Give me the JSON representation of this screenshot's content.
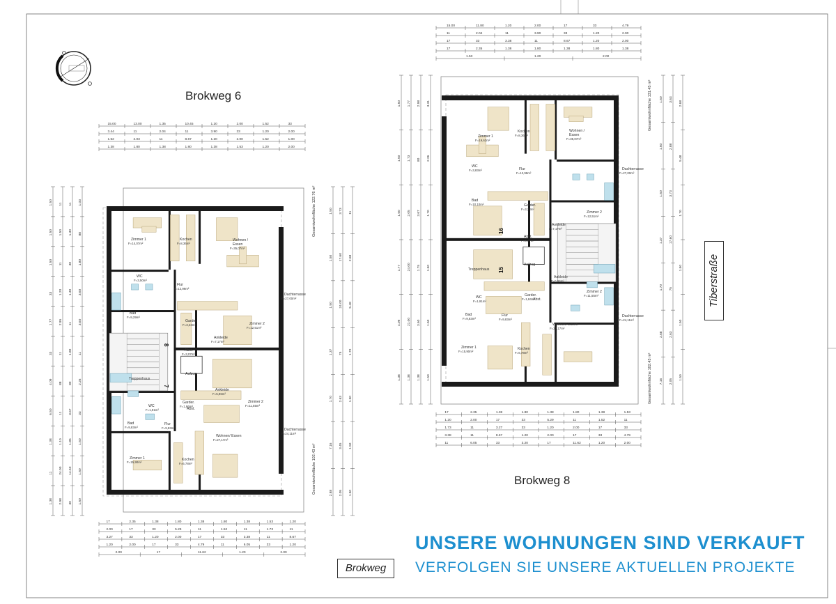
{
  "titles": {
    "b6": "Brokweg 6",
    "b8": "Brokweg 8"
  },
  "streets": {
    "brokweg": "Brokweg",
    "tiber": "Tiberstraße"
  },
  "headline": "UNSERE WOHNUNGEN SIND VERKAUFT",
  "subline": "VERFOLGEN SIE UNSERE AKTUELLEN PROJEKTE",
  "stair_numbers": {
    "b6_up": "8",
    "b6_down": "7",
    "b8_up": "16",
    "b8_down": "15"
  },
  "b6": {
    "dims_top": [
      "15.00",
      "13.00",
      "1.35",
      "10.45",
      "1.20",
      "2.00",
      "1.52",
      "33",
      "3.44",
      "11",
      "2.04",
      "11",
      "3.90",
      "33",
      "1.20",
      "2.00",
      "1.52",
      "2.03",
      "11",
      "8.67",
      "1.20",
      "2.00",
      "1.52",
      "1.00",
      "1.38",
      "1.80",
      "1.38",
      "1.80",
      "1.38",
      "1.53",
      "1.20",
      "2.00"
    ],
    "dims_bottom": [
      "17",
      "2.35",
      "1.38",
      "1.80",
      "1.38",
      "1.80",
      "1.38",
      "1.53",
      "1.20",
      "2.00",
      "17",
      "33",
      "5.29",
      "11",
      "1.52",
      "11",
      "1.73",
      "11",
      "3.27",
      "33",
      "1.20",
      "2.00",
      "17",
      "33",
      "3.38",
      "11",
      "8.67",
      "1.20",
      "2.00",
      "17",
      "33",
      "4.79",
      "11",
      "6.05",
      "33",
      "1.20",
      "2.00",
      "17",
      "11.62",
      "1.20",
      "2.00"
    ],
    "dims_left": [
      "1.50",
      "1.50",
      "1.50",
      "33",
      "1.77",
      "33",
      "4.09",
      "6.50",
      "1.38",
      "11",
      "1.38",
      "11",
      "1.50",
      "11",
      "1.20",
      "2.95",
      "11",
      "88",
      "11",
      "1.10",
      "24.00",
      "2.98",
      "11",
      "1.30",
      "30",
      "1.30",
      "11",
      "1.80",
      "80",
      "3.67",
      "1.85",
      "14.50",
      "30",
      "1.03",
      "88",
      "1.80",
      "3.60",
      "3.60",
      "11",
      "2.26",
      "33",
      "1.50",
      "1.50",
      "1.50"
    ],
    "dims_right": [
      "1.50",
      "1.50",
      "1.50",
      "1.37",
      "1.70",
      "7.16",
      "2.88",
      "3.73",
      "17.60",
      "24.00",
      "75",
      "2.63",
      "3.45",
      "2.05",
      "11",
      "2.68",
      "5.48",
      "1.70",
      "1.50",
      "1.50",
      "1.50"
    ],
    "areas_right": [
      "Gesamtwohnfläche 122.76 m²",
      "Gesamtwohnfläche 102.43 m²"
    ],
    "rooms": [
      {
        "name": "Zimmer 1",
        "area": "F=14,07m²"
      },
      {
        "name": "Kochen",
        "area": "F=8,36m²"
      },
      {
        "name": "Wohnen / Essen",
        "area": "F=35,07m²"
      },
      {
        "name": "WC",
        "area": "F=3,50m²"
      },
      {
        "name": "Flur",
        "area": "F=12,99m²"
      },
      {
        "name": "Bad",
        "area": "F=9,29m²"
      },
      {
        "name": "Dachterrasse",
        "area": "F=27,00m²"
      },
      {
        "name": "Garder.",
        "area": "F=3,23m²"
      },
      {
        "name": "Ankleide",
        "area": "F=7,17m²"
      },
      {
        "name": "Zimmer 2",
        "area": "F=12,51m²"
      },
      {
        "name": "Abst.",
        "area": "F=3,07m²"
      },
      {
        "name": "Treppenhaus",
        "area": ""
      },
      {
        "name": "Aufzug",
        "area": ""
      },
      {
        "name": "Ankleide",
        "area": "F=5,96m²"
      },
      {
        "name": "Zimmer 2",
        "area": "F=11,55m²"
      },
      {
        "name": "WC",
        "area": "F=1,91m²"
      },
      {
        "name": "Garder.",
        "area": "F=1,86m²"
      },
      {
        "name": "Abst.",
        "area": ""
      },
      {
        "name": "Dachterrasse",
        "area": "F=24,11m²"
      },
      {
        "name": "Bad",
        "area": "F=9,83m²"
      },
      {
        "name": "Flur",
        "area": "F=9,83m²"
      },
      {
        "name": "Wohnen/ Essen",
        "area": "F=27,17m²"
      },
      {
        "name": "Zimmer 1",
        "area": "F=15,90m²"
      },
      {
        "name": "Kochen",
        "area": "F=6,78m²"
      }
    ]
  },
  "b8": {
    "dims_top": [
      "15.00",
      "11.80",
      "1.20",
      "2.00",
      "17",
      "33",
      "4.79",
      "11",
      "2.04",
      "11",
      "3.90",
      "33",
      "1.20",
      "2.00",
      "17",
      "33",
      "3.38",
      "11",
      "8.67",
      "1.20",
      "2.00",
      "17",
      "2.35",
      "1.38",
      "1.80",
      "1.38",
      "1.80",
      "1.38",
      "1.53",
      "1.20",
      "2.00"
    ],
    "dims_bottom": [
      "17",
      "2.35",
      "1.38",
      "1.80",
      "1.38",
      "1.80",
      "1.38",
      "1.53",
      "1.20",
      "2.00",
      "17",
      "33",
      "5.29",
      "11",
      "1.52",
      "11",
      "1.73",
      "11",
      "3.27",
      "33",
      "1.20",
      "2.00",
      "17",
      "33",
      "3.38",
      "11",
      "8.67",
      "1.20",
      "2.00",
      "17",
      "33",
      "4.79",
      "11",
      "6.05",
      "33",
      "3.20",
      "17",
      "11.62",
      "1.20",
      "2.00"
    ],
    "dims_left": [
      "1.50",
      "1.50",
      "1.50",
      "1.77",
      "4.09",
      "1.38",
      "1.77",
      "1.73",
      "2.05",
      "24.00",
      "21.00",
      "1.38",
      "2.98",
      "80",
      "3.67",
      "1.75",
      "3.60",
      "1.38",
      "3.31",
      "2.26",
      "1.70",
      "1.50",
      "1.50",
      "1.50"
    ],
    "dims_right": [
      "1.50",
      "1.50",
      "1.50",
      "1.37",
      "1.70",
      "2.68",
      "7.16",
      "3.63",
      "2.88",
      "3.73",
      "17.60",
      "75",
      "2.63",
      "2.05",
      "2.68",
      "5.48",
      "1.70",
      "1.50",
      "1.50",
      "1.50"
    ],
    "areas_right": [
      "Gesamtwohnfläche 131.45 m²",
      "Gesamtwohnfläche 102.43 m²"
    ],
    "rooms": [
      {
        "name": "Zimmer 1",
        "area": "F=19,62m²"
      },
      {
        "name": "Kochen",
        "area": "F=8,36m²"
      },
      {
        "name": "Wohnen / Essen",
        "area": "F=35,07m²"
      },
      {
        "name": "WC",
        "area": "F=3,83m²"
      },
      {
        "name": "Flur",
        "area": "F=12,99m²"
      },
      {
        "name": "Bad",
        "area": "F=10,10m²"
      },
      {
        "name": "Dachterrasse",
        "area": "F=27,00m²"
      },
      {
        "name": "Garder.",
        "area": "F=3,23m²"
      },
      {
        "name": "Ankleide",
        "area": "F=7,17m²"
      },
      {
        "name": "Zimmer 2",
        "area": "F=12,51m²"
      },
      {
        "name": "Abst.",
        "area": "F=3,07m²"
      },
      {
        "name": "Treppenhaus",
        "area": ""
      },
      {
        "name": "Aufzug",
        "area": ""
      },
      {
        "name": "Ankleide",
        "area": "F=5,96m²"
      },
      {
        "name": "Zimmer 2",
        "area": "F=11,55m²"
      },
      {
        "name": "WC",
        "area": "F=1,91m²"
      },
      {
        "name": "Garder.",
        "area": "F=1,84m²"
      },
      {
        "name": "Abst.",
        "area": ""
      },
      {
        "name": "Dachterrasse",
        "area": "F=24,11m²"
      },
      {
        "name": "Bad",
        "area": "F=9,83m²"
      },
      {
        "name": "Flur",
        "area": "F=9,83m²"
      },
      {
        "name": "Wohnen/ Essen",
        "area": "F=27,17m²"
      },
      {
        "name": "Zimmer 1",
        "area": "F=15,90m²"
      },
      {
        "name": "Kochen",
        "area": "F=6,78m²"
      }
    ]
  },
  "colors": {
    "wall": "#1a1a1a",
    "furniture": "#efe4c8",
    "furniture_stroke": "#b9a67a",
    "sanitary": "#bfe0ec",
    "line": "#555555",
    "accent": "#1d8fcf"
  }
}
